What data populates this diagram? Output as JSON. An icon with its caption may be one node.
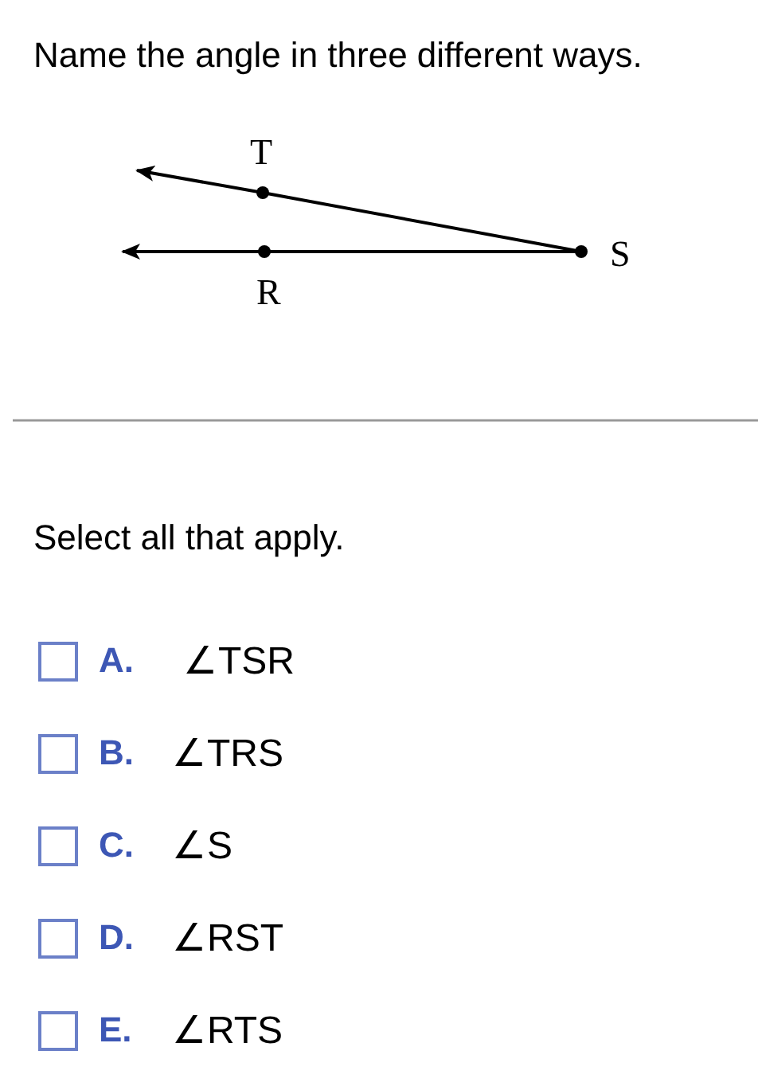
{
  "diagram": {
    "title": "Name the angle in three different ways.",
    "nodes": [
      {
        "text": [
          "T"
        ]
      },
      {
        "text": [
          "R"
        ]
      },
      {
        "text": [
          "S"
        ]
      }
    ],
    "edges": [
      {
        "from": 2,
        "to": 0,
        "arrow": "none"
      },
      {
        "from": 0,
        "to": null,
        "arrow": "to"
      },
      {
        "from": 2,
        "to": 1,
        "arrow": "none"
      },
      {
        "from": 1,
        "to": null,
        "arrow": "to"
      }
    ],
    "labels": [
      "Select all that apply.",
      "A.",
      "∠TSR",
      "B.",
      "∠TRS",
      "C.",
      "∠S",
      "D.",
      "∠RST",
      "E.",
      "∠RTS"
    ]
  }
}
